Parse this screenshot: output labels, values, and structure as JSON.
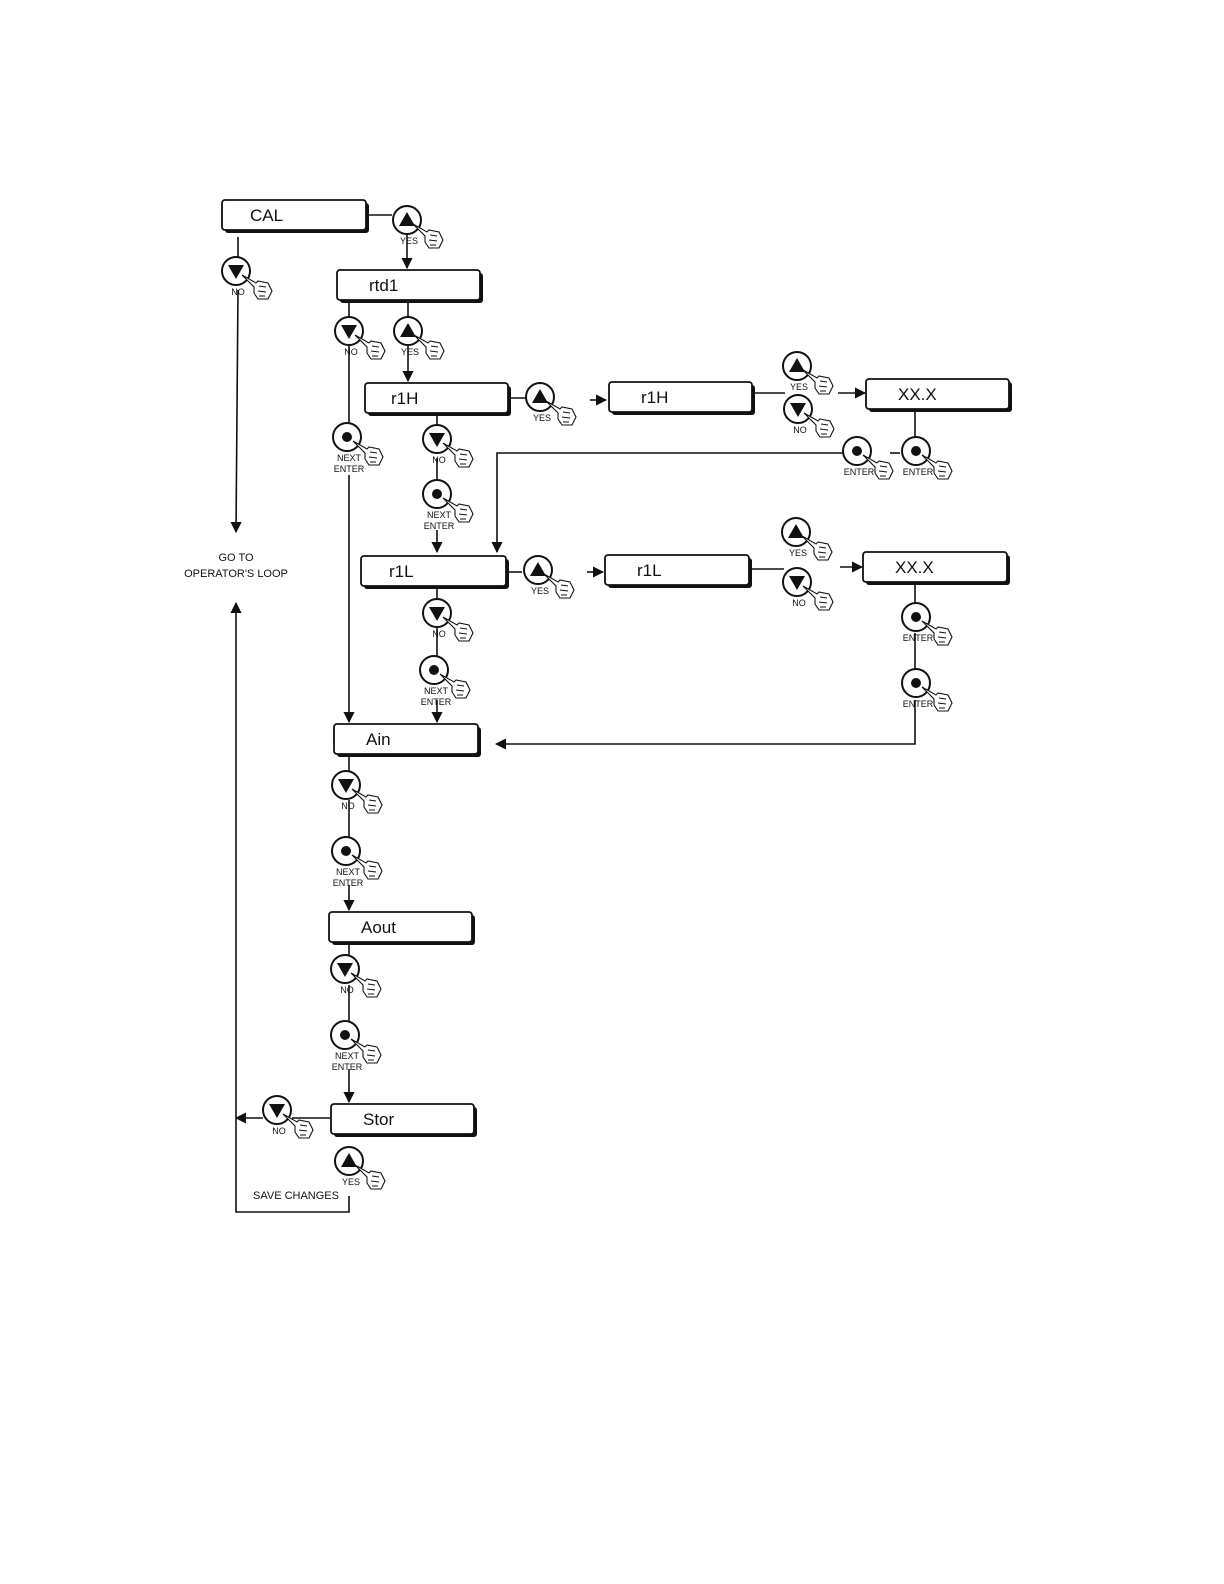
{
  "boxes": {
    "cal": "CAL",
    "rtd1": "rtd1",
    "r1h_menu": "r1H",
    "r1h_value": "r1H",
    "xx_h": "XX.X",
    "r1l_menu": "r1L",
    "r1l_value": "r1L",
    "xx_l": "XX.X",
    "ain": "Ain",
    "aout": "Aout",
    "stor": "Stor"
  },
  "buttons": {
    "yes": "YES",
    "no": "NO",
    "next": "NEXT",
    "enter": "ENTER"
  },
  "notes": {
    "goto_line1": "GO TO",
    "goto_line2": "OPERATOR'S LOOP",
    "save_changes": "SAVE CHANGES"
  }
}
